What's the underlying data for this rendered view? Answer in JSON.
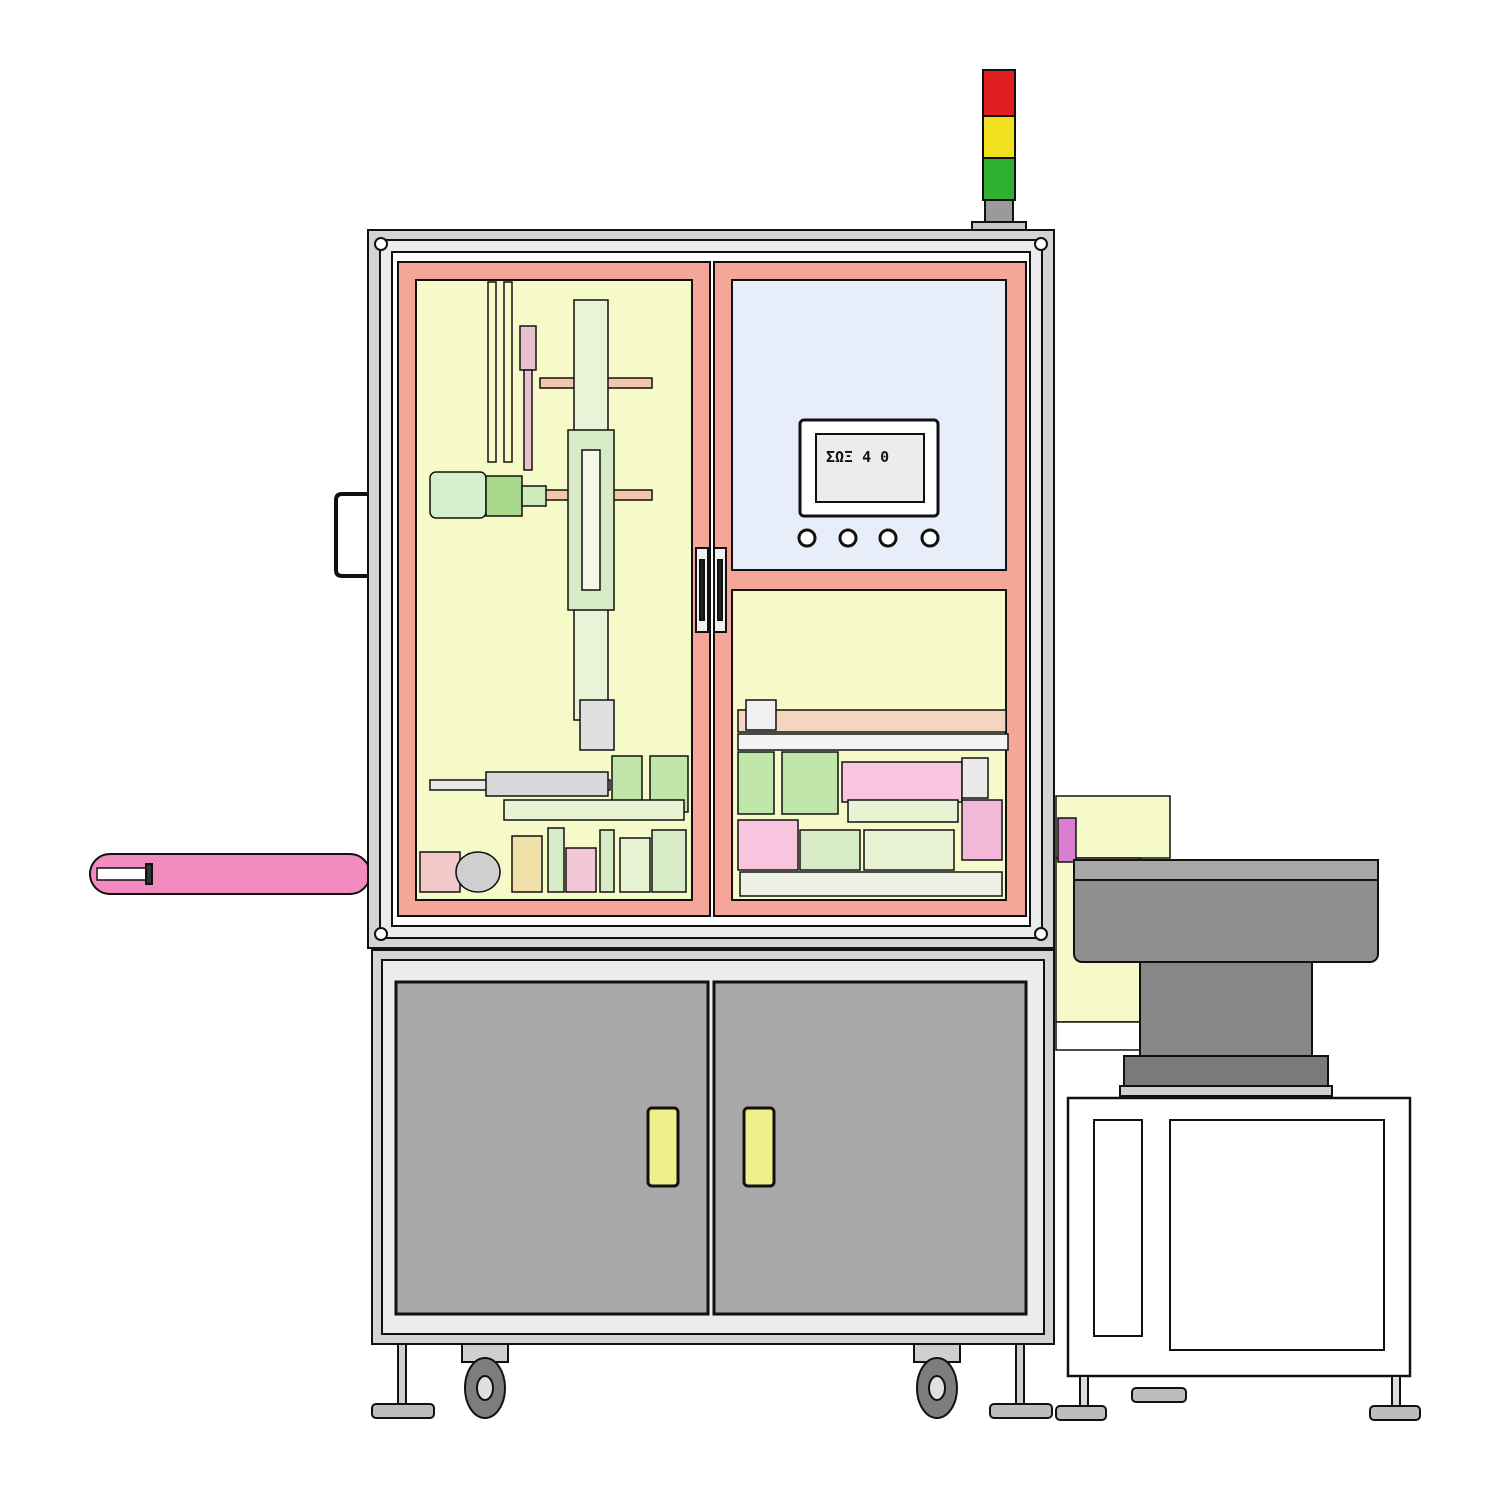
{
  "diagram": {
    "hmi_screen_text": "ΣΩΞ  4 0",
    "hmi_buttons": [
      "button-1",
      "button-2",
      "button-3",
      "button-4"
    ],
    "tower_light": [
      "red",
      "yellow",
      "green"
    ]
  },
  "colors": {
    "frame": "#d4d4d4",
    "door_frame": "#f4a799",
    "window_fill": "#f5fac8",
    "panel_fill": "#e8edfa",
    "cabinet_door": "#a9a9a9",
    "handle": "#eef08a",
    "pink_conveyor": "#f28cc0",
    "bowl": "#8f8f8f",
    "tower_red": "#e02020",
    "tower_yellow": "#f0e020",
    "tower_green": "#30b030"
  }
}
